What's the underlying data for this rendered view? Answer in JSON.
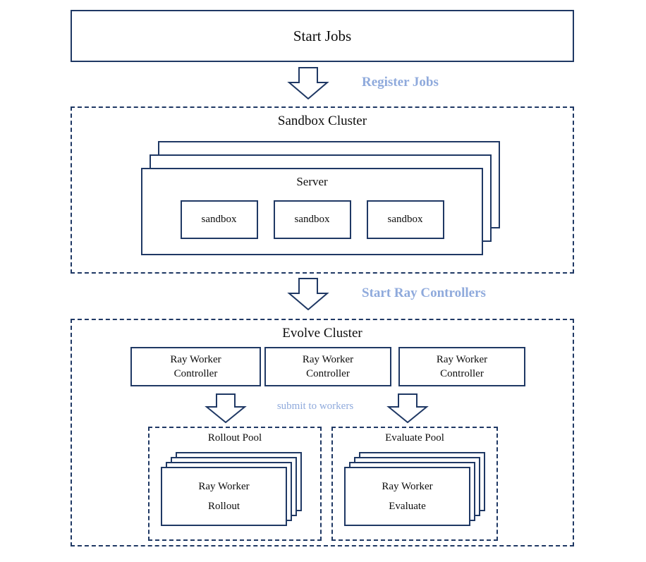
{
  "colors": {
    "border_navy": "#1f3864",
    "label_blue": "#8faadc"
  },
  "start_jobs": {
    "label": "Start Jobs"
  },
  "flow_labels": {
    "register_jobs": "Register Jobs",
    "start_ray_controllers": "Start Ray Controllers",
    "submit_to_workers": "submit to workers"
  },
  "sandbox_cluster": {
    "title": "Sandbox Cluster",
    "server": {
      "title": "Server",
      "sandboxes": [
        "sandbox",
        "sandbox",
        "sandbox"
      ]
    }
  },
  "evolve_cluster": {
    "title": "Evolve Cluster",
    "controllers": [
      {
        "line1": "Ray Worker",
        "line2": "Controller"
      },
      {
        "line1": "Ray Worker",
        "line2": "Controller"
      },
      {
        "line1": "Ray Worker",
        "line2": "Controller"
      }
    ],
    "pools": {
      "rollout": {
        "title": "Rollout Pool",
        "worker_line1": "Ray Worker",
        "worker_line2": "Rollout"
      },
      "evaluate": {
        "title": "Evaluate Pool",
        "worker_line1": "Ray Worker",
        "worker_line2": "Evaluate"
      }
    }
  }
}
